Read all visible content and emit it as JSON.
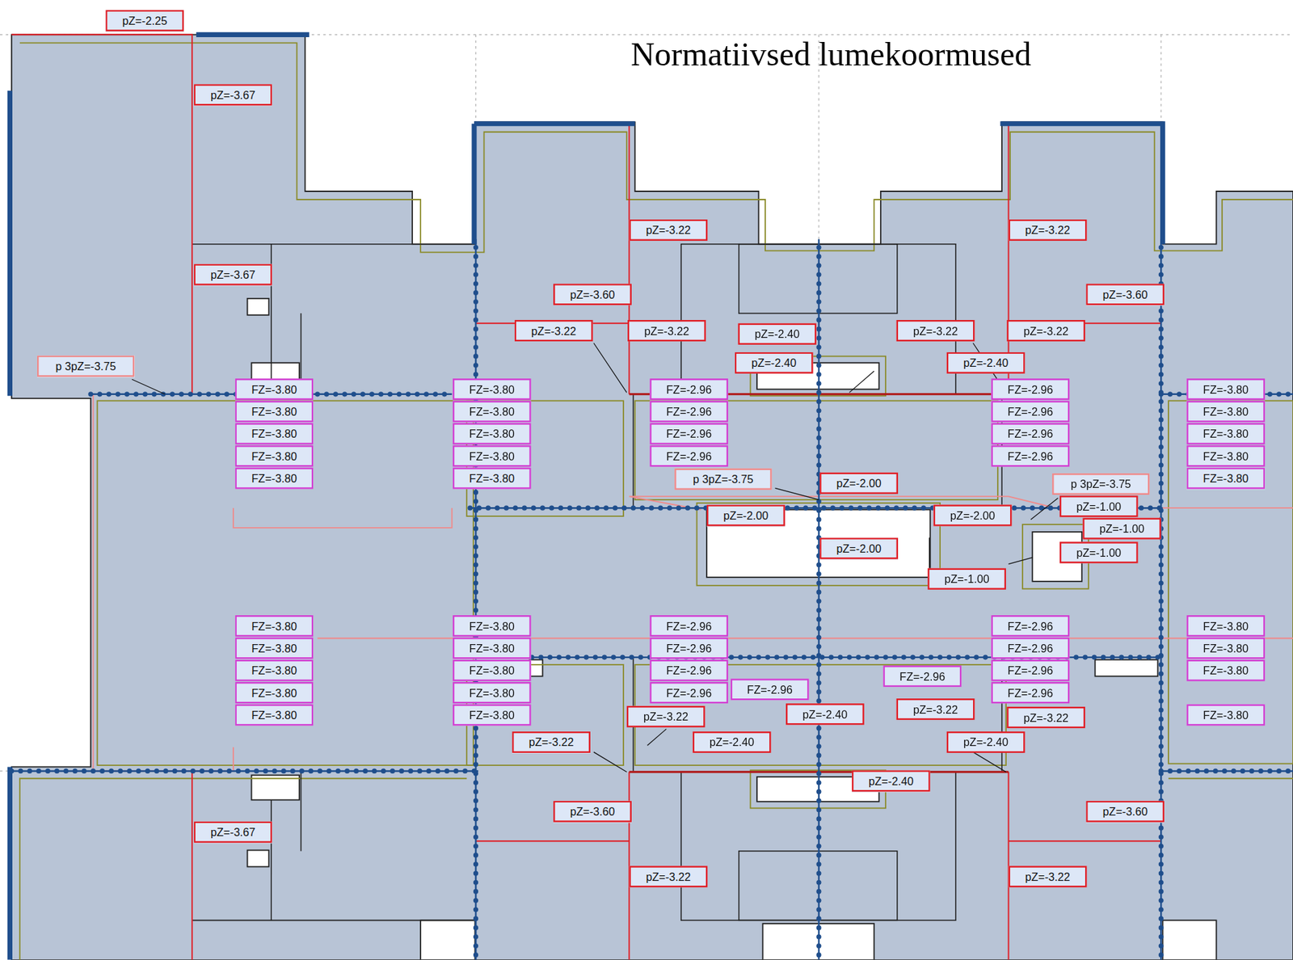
{
  "diagram": {
    "title": "Normatiivsed lumekoormused",
    "nodes": [
      {
        "text": [
          "pZ=-2.25"
        ]
      },
      {
        "text": [
          "pZ=-3.67"
        ]
      },
      {
        "text": [
          "pZ=-3.22"
        ]
      },
      {
        "text": [
          "pZ=-3.22"
        ]
      },
      {
        "text": [
          "pZ=-3.67"
        ]
      },
      {
        "text": [
          "pZ=-3.60"
        ]
      },
      {
        "text": [
          "pZ=-3.60"
        ]
      },
      {
        "text": [
          "pZ=-3.22"
        ]
      },
      {
        "text": [
          "pZ=-3.22"
        ]
      },
      {
        "text": [
          "pZ=-3.22"
        ]
      },
      {
        "text": [
          "pZ=-3.22"
        ]
      },
      {
        "text": [
          "pZ=-2.40"
        ]
      },
      {
        "text": [
          "pZ=-2.40"
        ]
      },
      {
        "text": [
          "pZ=-2.40"
        ]
      },
      {
        "text": [
          "p 3pZ=-3.75"
        ]
      },
      {
        "text": [
          "FZ=-3.80"
        ]
      },
      {
        "text": [
          "FZ=-3.80"
        ]
      },
      {
        "text": [
          "FZ=-2.96"
        ]
      },
      {
        "text": [
          "FZ=-2.96"
        ]
      },
      {
        "text": [
          "FZ=-3.80"
        ]
      },
      {
        "text": [
          "FZ=-3.80"
        ]
      },
      {
        "text": [
          "FZ=-3.80"
        ]
      },
      {
        "text": [
          "FZ=-2.96"
        ]
      },
      {
        "text": [
          "FZ=-2.96"
        ]
      },
      {
        "text": [
          "FZ=-3.80"
        ]
      },
      {
        "text": [
          "FZ=-3.80"
        ]
      },
      {
        "text": [
          "FZ=-3.80"
        ]
      },
      {
        "text": [
          "FZ=-2.96"
        ]
      },
      {
        "text": [
          "FZ=-2.96"
        ]
      },
      {
        "text": [
          "FZ=-3.80"
        ]
      },
      {
        "text": [
          "FZ=-3.80"
        ]
      },
      {
        "text": [
          "FZ=-3.80"
        ]
      },
      {
        "text": [
          "FZ=-2.96"
        ]
      },
      {
        "text": [
          "FZ=-2.96"
        ]
      },
      {
        "text": [
          "FZ=-3.80"
        ]
      },
      {
        "text": [
          "FZ=-3.80"
        ]
      },
      {
        "text": [
          "FZ=-3.80"
        ]
      },
      {
        "text": [
          "p 3pZ=-3.75"
        ]
      },
      {
        "text": [
          "FZ=-3.80"
        ]
      },
      {
        "text": [
          "pZ=-2.00"
        ]
      },
      {
        "text": [
          "p 3pZ=-3.75"
        ]
      },
      {
        "text": [
          "pZ=-1.00"
        ]
      },
      {
        "text": [
          "pZ=-2.00"
        ]
      },
      {
        "text": [
          "pZ=-2.00"
        ]
      },
      {
        "text": [
          "pZ=-1.00"
        ]
      },
      {
        "text": [
          "pZ=-2.00"
        ]
      },
      {
        "text": [
          "pZ=-1.00"
        ]
      },
      {
        "text": [
          "pZ=-1.00"
        ]
      },
      {
        "text": [
          "FZ=-3.80"
        ]
      },
      {
        "text": [
          "FZ=-3.80"
        ]
      },
      {
        "text": [
          "FZ=-2.96"
        ]
      },
      {
        "text": [
          "FZ=-2.96"
        ]
      },
      {
        "text": [
          "FZ=-3.80"
        ]
      },
      {
        "text": [
          "FZ=-3.80"
        ]
      },
      {
        "text": [
          "FZ=-3.80"
        ]
      },
      {
        "text": [
          "FZ=-2.96"
        ]
      },
      {
        "text": [
          "FZ=-2.96"
        ]
      },
      {
        "text": [
          "FZ=-3.80"
        ]
      },
      {
        "text": [
          "FZ=-3.80"
        ]
      },
      {
        "text": [
          "FZ=-3.80"
        ]
      },
      {
        "text": [
          "FZ=-2.96"
        ]
      },
      {
        "text": [
          "FZ=-2.96"
        ]
      },
      {
        "text": [
          "FZ=-2.96"
        ]
      },
      {
        "text": [
          "FZ=-3.80"
        ]
      },
      {
        "text": [
          "FZ=-3.80"
        ]
      },
      {
        "text": [
          "FZ=-3.80"
        ]
      },
      {
        "text": [
          "FZ=-2.96"
        ]
      },
      {
        "text": [
          "FZ=-2.96"
        ]
      },
      {
        "text": [
          "FZ=-2.96"
        ]
      },
      {
        "text": [
          "FZ=-3.80"
        ]
      },
      {
        "text": [
          "FZ=-3.80"
        ]
      },
      {
        "text": [
          "pZ=-3.22"
        ]
      },
      {
        "text": [
          "pZ=-2.40"
        ]
      },
      {
        "text": [
          "pZ=-3.22"
        ]
      },
      {
        "text": [
          "pZ=-3.22"
        ]
      },
      {
        "text": [
          "FZ=-3.80"
        ]
      },
      {
        "text": [
          "pZ=-3.22"
        ]
      },
      {
        "text": [
          "pZ=-2.40"
        ]
      },
      {
        "text": [
          "pZ=-2.40"
        ]
      },
      {
        "text": [
          "pZ=-2.40"
        ]
      },
      {
        "text": [
          "pZ=-3.60"
        ]
      },
      {
        "text": [
          "pZ=-3.60"
        ]
      },
      {
        "text": [
          "pZ=-3.67"
        ]
      },
      {
        "text": [
          "pZ=-3.22"
        ]
      },
      {
        "text": [
          "pZ=-3.22"
        ]
      }
    ]
  }
}
